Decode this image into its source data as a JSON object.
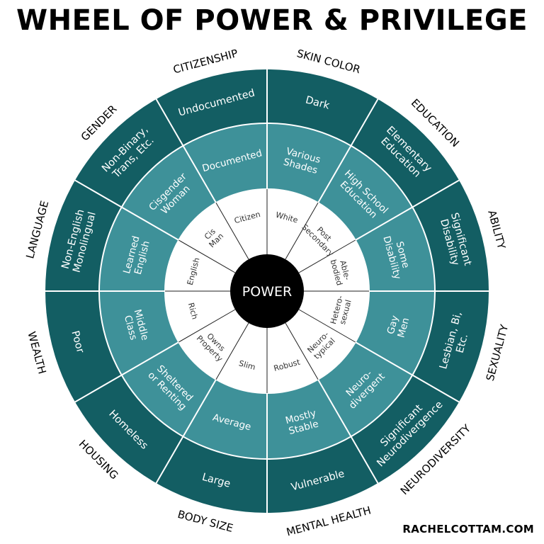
{
  "title": "WHEEL OF POWER & PRIVILEGE",
  "credit": "RACHELCOTTAM.COM",
  "center_label": "POWER",
  "colors": {
    "outer_ring": "#135e63",
    "middle_ring": "#3e9199",
    "inner_ring": "#ffffff",
    "center": "#000000",
    "divider": "#ffffff",
    "inner_divider": "#1f1f1f",
    "category_text": "#000000"
  },
  "segments": [
    {
      "category": "SKIN COLOR",
      "outer": "Dark",
      "middle": "Various\nShades",
      "inner": "White"
    },
    {
      "category": "EDUCATION",
      "outer": "Elementary\nEducation",
      "middle": "High School\nEducation",
      "inner": "Post\nSecondary"
    },
    {
      "category": "ABILITY",
      "outer": "Significant\nDisability",
      "middle": "Some\nDisability",
      "inner": "Able-\nbodied"
    },
    {
      "category": "SEXUALITY",
      "outer": "Lesbian, Bi,\nEtc.",
      "middle": "Gay\nMen",
      "inner": "Hetero-\nsexual"
    },
    {
      "category": "NEURODIVERSITY",
      "outer": "Significant\nNeurodivergence",
      "middle": "Neuro-\ndivergent",
      "inner": "Neuro-\ntypical"
    },
    {
      "category": "MENTAL HEALTH",
      "outer": "Vulnerable",
      "middle": "Mostly\nStable",
      "inner": "Robust"
    },
    {
      "category": "BODY SIZE",
      "outer": "Large",
      "middle": "Average",
      "inner": "Slim"
    },
    {
      "category": "HOUSING",
      "outer": "Homeless",
      "middle": "Sheltered\nor Renting",
      "inner": "Owns\nProperty"
    },
    {
      "category": "WEALTH",
      "outer": "Poor",
      "middle": "Middle\nClass",
      "inner": "Rich"
    },
    {
      "category": "LANGUAGE",
      "outer": "Non-English\nMonolingual",
      "middle": "Learned\nEnglish",
      "inner": "English"
    },
    {
      "category": "GENDER",
      "outer": "Non-Binary,\nTrans, Etc.",
      "middle": "Cisgender\nWoman",
      "inner": "Cis\nMan"
    },
    {
      "category": "CITIZENSHIP",
      "outer": "Undocumented",
      "middle": "Documented",
      "inner": "Citizen"
    }
  ]
}
